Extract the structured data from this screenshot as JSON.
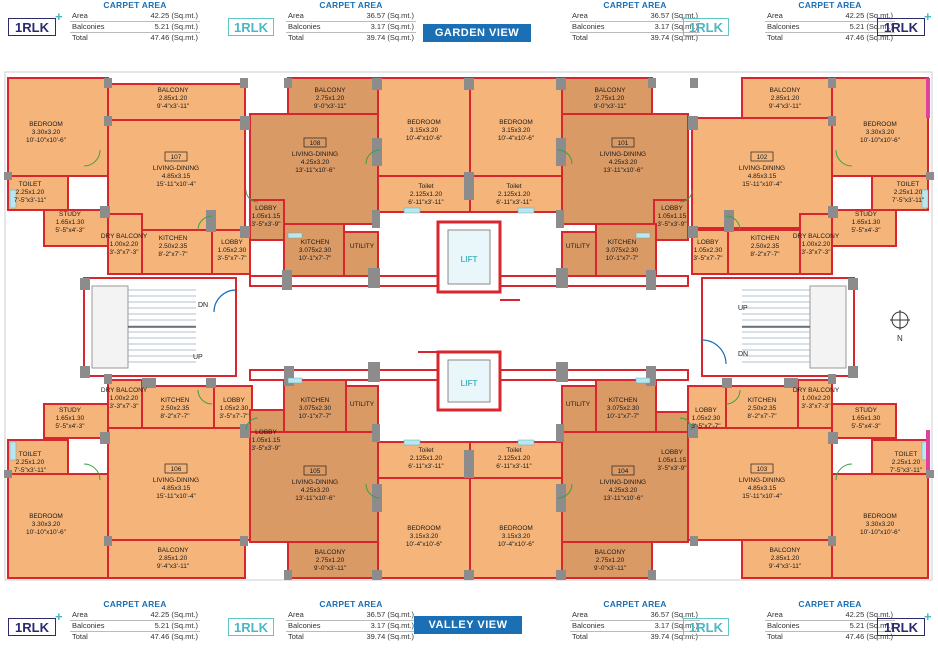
{
  "views": {
    "garden": "GARDEN VIEW",
    "valley": "VALLEY VIEW"
  },
  "badge": "1RLK",
  "plus_icon": "plus-icon",
  "carpet": {
    "title": "CARPET AREA",
    "k_area": "Area",
    "k_balc": "Balconies",
    "k_total": "Total",
    "a": {
      "area": "42.25 (Sq.mt.)",
      "balc": "5.21 (Sq.mt.)",
      "total": "47.46 (Sq.mt.)"
    },
    "b": {
      "area": "36.57 (Sq.mt.)",
      "balc": "3.17 (Sq.mt.)",
      "total": "39.74 (Sq.mt.)"
    }
  },
  "lift": "LIFT",
  "stairs": {
    "dn": "DN",
    "up": "UP"
  },
  "compass": {
    "label": "N",
    "icon": "compass-icon"
  },
  "colors": {
    "wall": "#d8262f",
    "room_light": "#f5b57a",
    "room_dark": "#d99a66",
    "accent": "#1a6fb5",
    "teal": "#4ab8c4",
    "navy": "#2b2a6b"
  },
  "rooms": [
    {
      "n": "BALCONY",
      "d": "2.85x1.20",
      "i": "9'-4\"x3'-11\""
    },
    {
      "n": "BEDROOM",
      "d": "3.30x3.20",
      "i": "10'-10\"x10'-6\""
    },
    {
      "no": "107",
      "n": "LIVING-DINING",
      "d": "4.85x3.15",
      "i": "15'-11\"x10'-4\""
    },
    {
      "n": "TOILET",
      "d": "2.25x1.20",
      "i": "7'-5\"x3'-11\""
    },
    {
      "n": "STUDY",
      "d": "1.65x1.30",
      "i": "5'-5\"x4'-3\""
    },
    {
      "n": "DRY BALCONY",
      "d": "1.00x2.20",
      "i": "3'-3\"x7'-3\""
    },
    {
      "n": "KITCHEN",
      "d": "2.50x2.35",
      "i": "8'-2\"x7'-7\""
    },
    {
      "n": "LOBBY",
      "d": "1.05x2.30",
      "i": "3'-5\"x7'-7\""
    },
    {
      "n": "BALCONY",
      "d": "2.75x1.20",
      "i": "9'-0\"x3'-11\""
    },
    {
      "no": "108",
      "n": "LIVING-DINING",
      "d": "4.25x3.20",
      "i": "13'-11\"x10'-6\""
    },
    {
      "n": "LOBBY",
      "d": "1.05x1.15",
      "i": "3'-5\"x3'-9\""
    },
    {
      "n": "KITCHEN",
      "d": "3.075x2.30",
      "i": "10'-1\"x7'-7\""
    },
    {
      "n": "UTILITY"
    },
    {
      "n": "BEDROOM",
      "d": "3.15x3.20",
      "i": "10'-4\"x10'-6\""
    },
    {
      "n": "Toilet",
      "d": "2.125x1.20",
      "i": "6'-11\"x3'-11\""
    },
    {
      "n": "BEDROOM",
      "d": "3.15x3.20",
      "i": "10'-4\"x10'-6\""
    },
    {
      "n": "Toilet",
      "d": "2.125x1.20",
      "i": "6'-11\"x3'-11\""
    },
    {
      "n": "BALCONY",
      "d": "2.75x1.20",
      "i": "9'-0\"x3'-11\""
    },
    {
      "no": "101",
      "n": "LIVING-DINING",
      "d": "4.25x3.20",
      "i": "13'-11\"x10'-6\""
    },
    {
      "n": "LOBBY",
      "d": "1.05x1.15",
      "i": "3'-5\"x3'-9\""
    },
    {
      "n": "UTILITY"
    },
    {
      "n": "KITCHEN",
      "d": "3.075x2.30",
      "i": "10'-1\"x7'-7\""
    },
    {
      "n": "BALCONY",
      "d": "2.85x1.20",
      "i": "9'-4\"x3'-11\""
    },
    {
      "n": "BEDROOM",
      "d": "3.30x3.20",
      "i": "10'-10\"x10'-6\""
    },
    {
      "no": "102",
      "n": "LIVING-DINING",
      "d": "4.85x3.15",
      "i": "15'-11\"x10'-4\""
    },
    {
      "n": "TOILET",
      "d": "2.25x1.20",
      "i": "7'-5\"x3'-11\""
    },
    {
      "n": "STUDY",
      "d": "1.65x1.30",
      "i": "5'-5\"x4'-3\""
    },
    {
      "n": "LOBBY",
      "d": "1.05x2.30",
      "i": "3'-5\"x7'-7\""
    },
    {
      "n": "KITCHEN",
      "d": "2.50x2.35",
      "i": "8'-2\"x7'-7\""
    },
    {
      "n": "DRY BALCONY",
      "d": "1.00x2.20",
      "i": "3'-3\"x7'-3\""
    },
    {
      "n": "DRY BALCONY",
      "d": "1.00x2.20",
      "i": "3'-3\"x7'-3\""
    },
    {
      "n": "KITCHEN",
      "d": "2.50x2.35",
      "i": "8'-2\"x7'-7\""
    },
    {
      "n": "LOBBY",
      "d": "1.05x2.30",
      "i": "3'-5\"x7'-7\""
    },
    {
      "n": "STUDY",
      "d": "1.65x1.30",
      "i": "5'-5\"x4'-3\""
    },
    {
      "n": "TOILET",
      "d": "2.25x1.20",
      "i": "7'-5\"x3'-11\""
    },
    {
      "no": "106",
      "n": "LIVING-DINING",
      "d": "4.85x3.15",
      "i": "15'-11\"x10'-4\""
    },
    {
      "n": "BEDROOM",
      "d": "3.30x3.20",
      "i": "10'-10\"x10'-6\""
    },
    {
      "n": "BALCONY",
      "d": "2.85x1.20",
      "i": "9'-4\"x3'-11\""
    },
    {
      "n": "KITCHEN",
      "d": "3.075x2.30",
      "i": "10'-1\"x7'-7\""
    },
    {
      "n": "UTILITY"
    },
    {
      "n": "LOBBY",
      "d": "1.05x1.15",
      "i": "3'-5\"x3'-9\""
    },
    {
      "no": "105",
      "n": "LIVING-DINING",
      "d": "4.25x3.20",
      "i": "13'-11\"x10'-6\""
    },
    {
      "n": "BALCONY",
      "d": "2.75x1.20",
      "i": "9'-0\"x3'-11\""
    },
    {
      "n": "Toilet",
      "d": "2.125x1.20",
      "i": "6'-11\"x3'-11\""
    },
    {
      "n": "BEDROOM",
      "d": "3.15x3.20",
      "i": "10'-4\"x10'-6\""
    },
    {
      "n": "Toilet",
      "d": "2.125x1.20",
      "i": "6'-11\"x3'-11\""
    },
    {
      "n": "BEDROOM",
      "d": "3.15x3.20",
      "i": "10'-4\"x10'-6\""
    },
    {
      "n": "UTILITY"
    },
    {
      "n": "KITCHEN",
      "d": "3.075x2.30",
      "i": "10'-1\"x7'-7\""
    },
    {
      "n": "LOBBY",
      "d": "1.05x1.15",
      "i": "3'-5\"x3'-9\""
    },
    {
      "no": "104",
      "n": "LIVING-DINING",
      "d": "4.25x3.20",
      "i": "13'-11\"x10'-6\""
    },
    {
      "n": "BALCONY",
      "d": "2.75x1.20",
      "i": "9'-0\"x3'-11\""
    },
    {
      "n": "LOBBY",
      "d": "1.05x2.30",
      "i": "3'-5\"x7'-7\""
    },
    {
      "n": "KITCHEN",
      "d": "2.50x2.35",
      "i": "8'-2\"x7'-7\""
    },
    {
      "n": "DRY BALCONY",
      "d": "1.00x2.20",
      "i": "3'-3\"x7'-3\""
    },
    {
      "n": "STUDY",
      "d": "1.65x1.30",
      "i": "5'-5\"x4'-3\""
    },
    {
      "n": "TOILET",
      "d": "2.25x1.20",
      "i": "7'-5\"x3'-11\""
    },
    {
      "no": "103",
      "n": "LIVING-DINING",
      "d": "4.85x3.15",
      "i": "15'-11\"x10'-4\""
    },
    {
      "n": "BEDROOM",
      "d": "3.30x3.20",
      "i": "10'-10\"x10'-6\""
    },
    {
      "n": "BALCONY",
      "d": "2.85x1.20",
      "i": "9'-4\"x3'-11\""
    }
  ]
}
